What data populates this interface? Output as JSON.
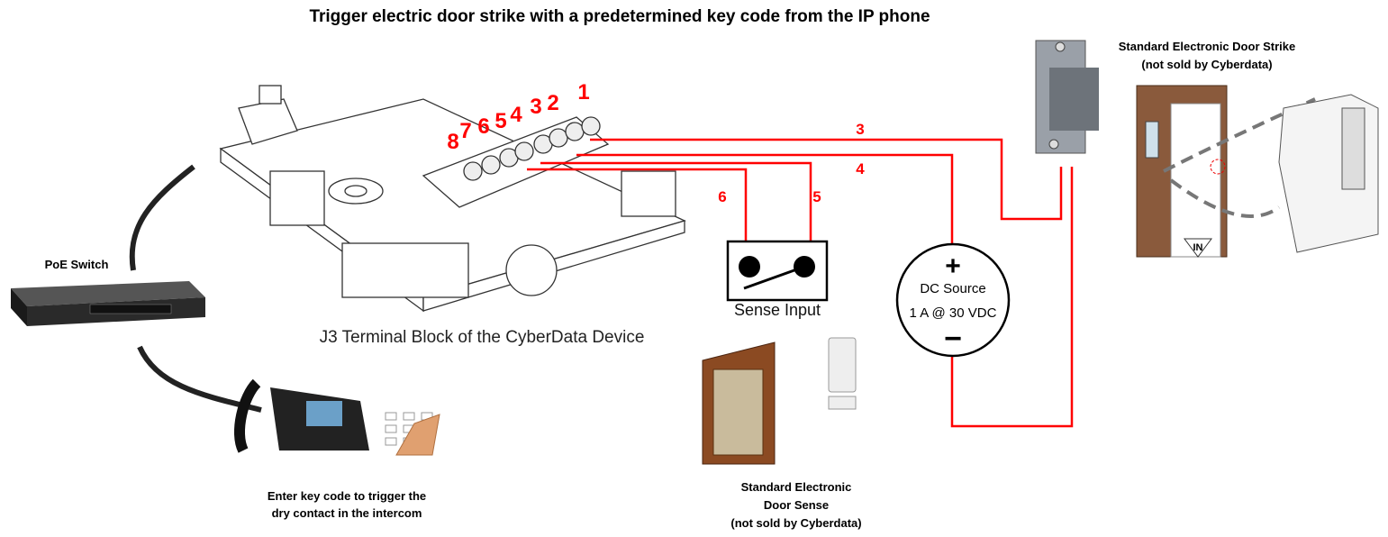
{
  "title": "Trigger electric door strike with a predetermined key code from the IP phone",
  "terminal_block": {
    "caption": "J3 Terminal Block of the CyberData Device",
    "pins": [
      "1",
      "2",
      "3",
      "4",
      "5",
      "6",
      "7",
      "8"
    ]
  },
  "wires": {
    "label_3": "3",
    "label_4": "4",
    "label_5": "5",
    "label_6": "6",
    "color": "#ff0000"
  },
  "sense_input": {
    "label": "Sense Input"
  },
  "dc_source": {
    "plus": "+",
    "label": "DC Source",
    "rating": "1 A @ 30 VDC",
    "minus": "−"
  },
  "door_strike": {
    "line1": "Standard Electronic Door Strike",
    "line2": "(not sold by Cyberdata)"
  },
  "door_sense": {
    "line1": "Standard Electronic",
    "line2": "Door Sense",
    "line3": "(not sold by Cyberdata)"
  },
  "poe_switch": {
    "label": "PoE Switch"
  },
  "phone": {
    "line1": "Enter key code to trigger the",
    "line2": "dry contact in the intercom"
  },
  "door_diagram": {
    "in_label": "IN"
  }
}
